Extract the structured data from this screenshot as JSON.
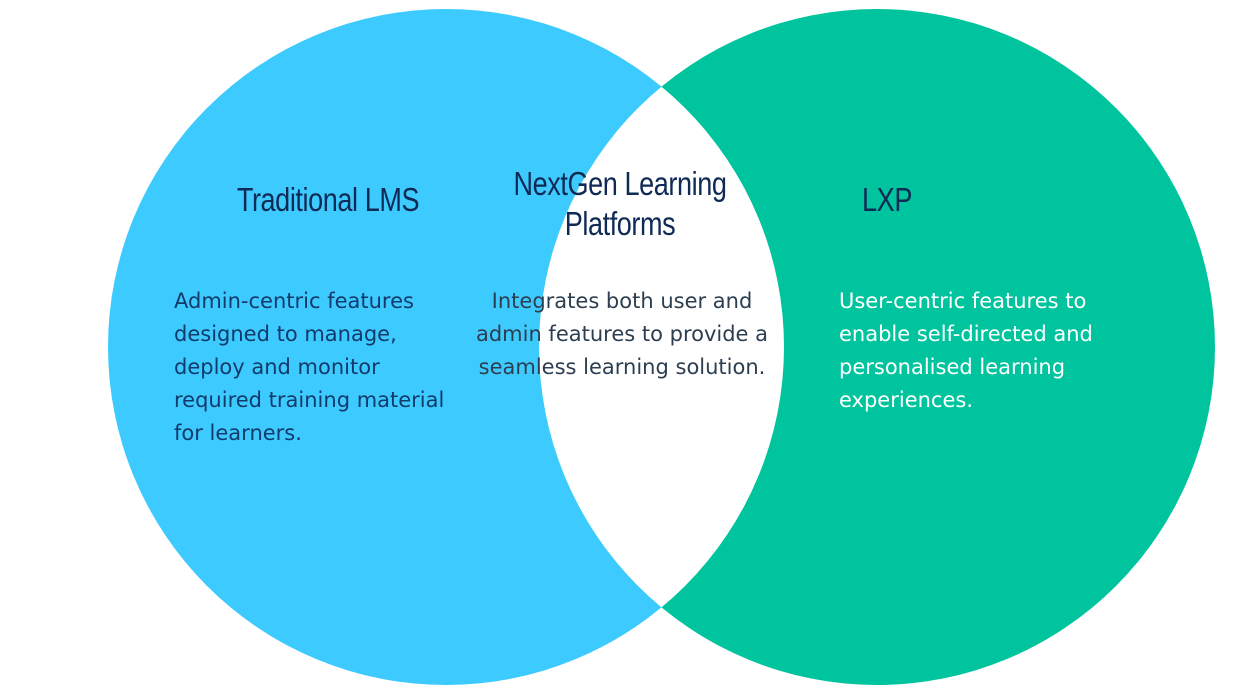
{
  "colors": {
    "left_circle": "#3dcbff",
    "right_circle": "#00c49e",
    "overlap": "#ffffff",
    "title_text": "#0f2a55",
    "left_body_text": "#123a6b",
    "center_body_text": "#2c3e50",
    "right_body_text": "#ffffff"
  },
  "venn": {
    "left": {
      "title": "Traditional LMS",
      "body": "Admin-centric features designed to manage, deploy and monitor required training material for learners."
    },
    "center": {
      "title": "NextGen Learning Platforms",
      "body": "Integrates both user and admin features to provide a seamless learning solution."
    },
    "right": {
      "title": "LXP",
      "body": "User-centric features to enable self-directed and personalised learning experiences."
    }
  }
}
